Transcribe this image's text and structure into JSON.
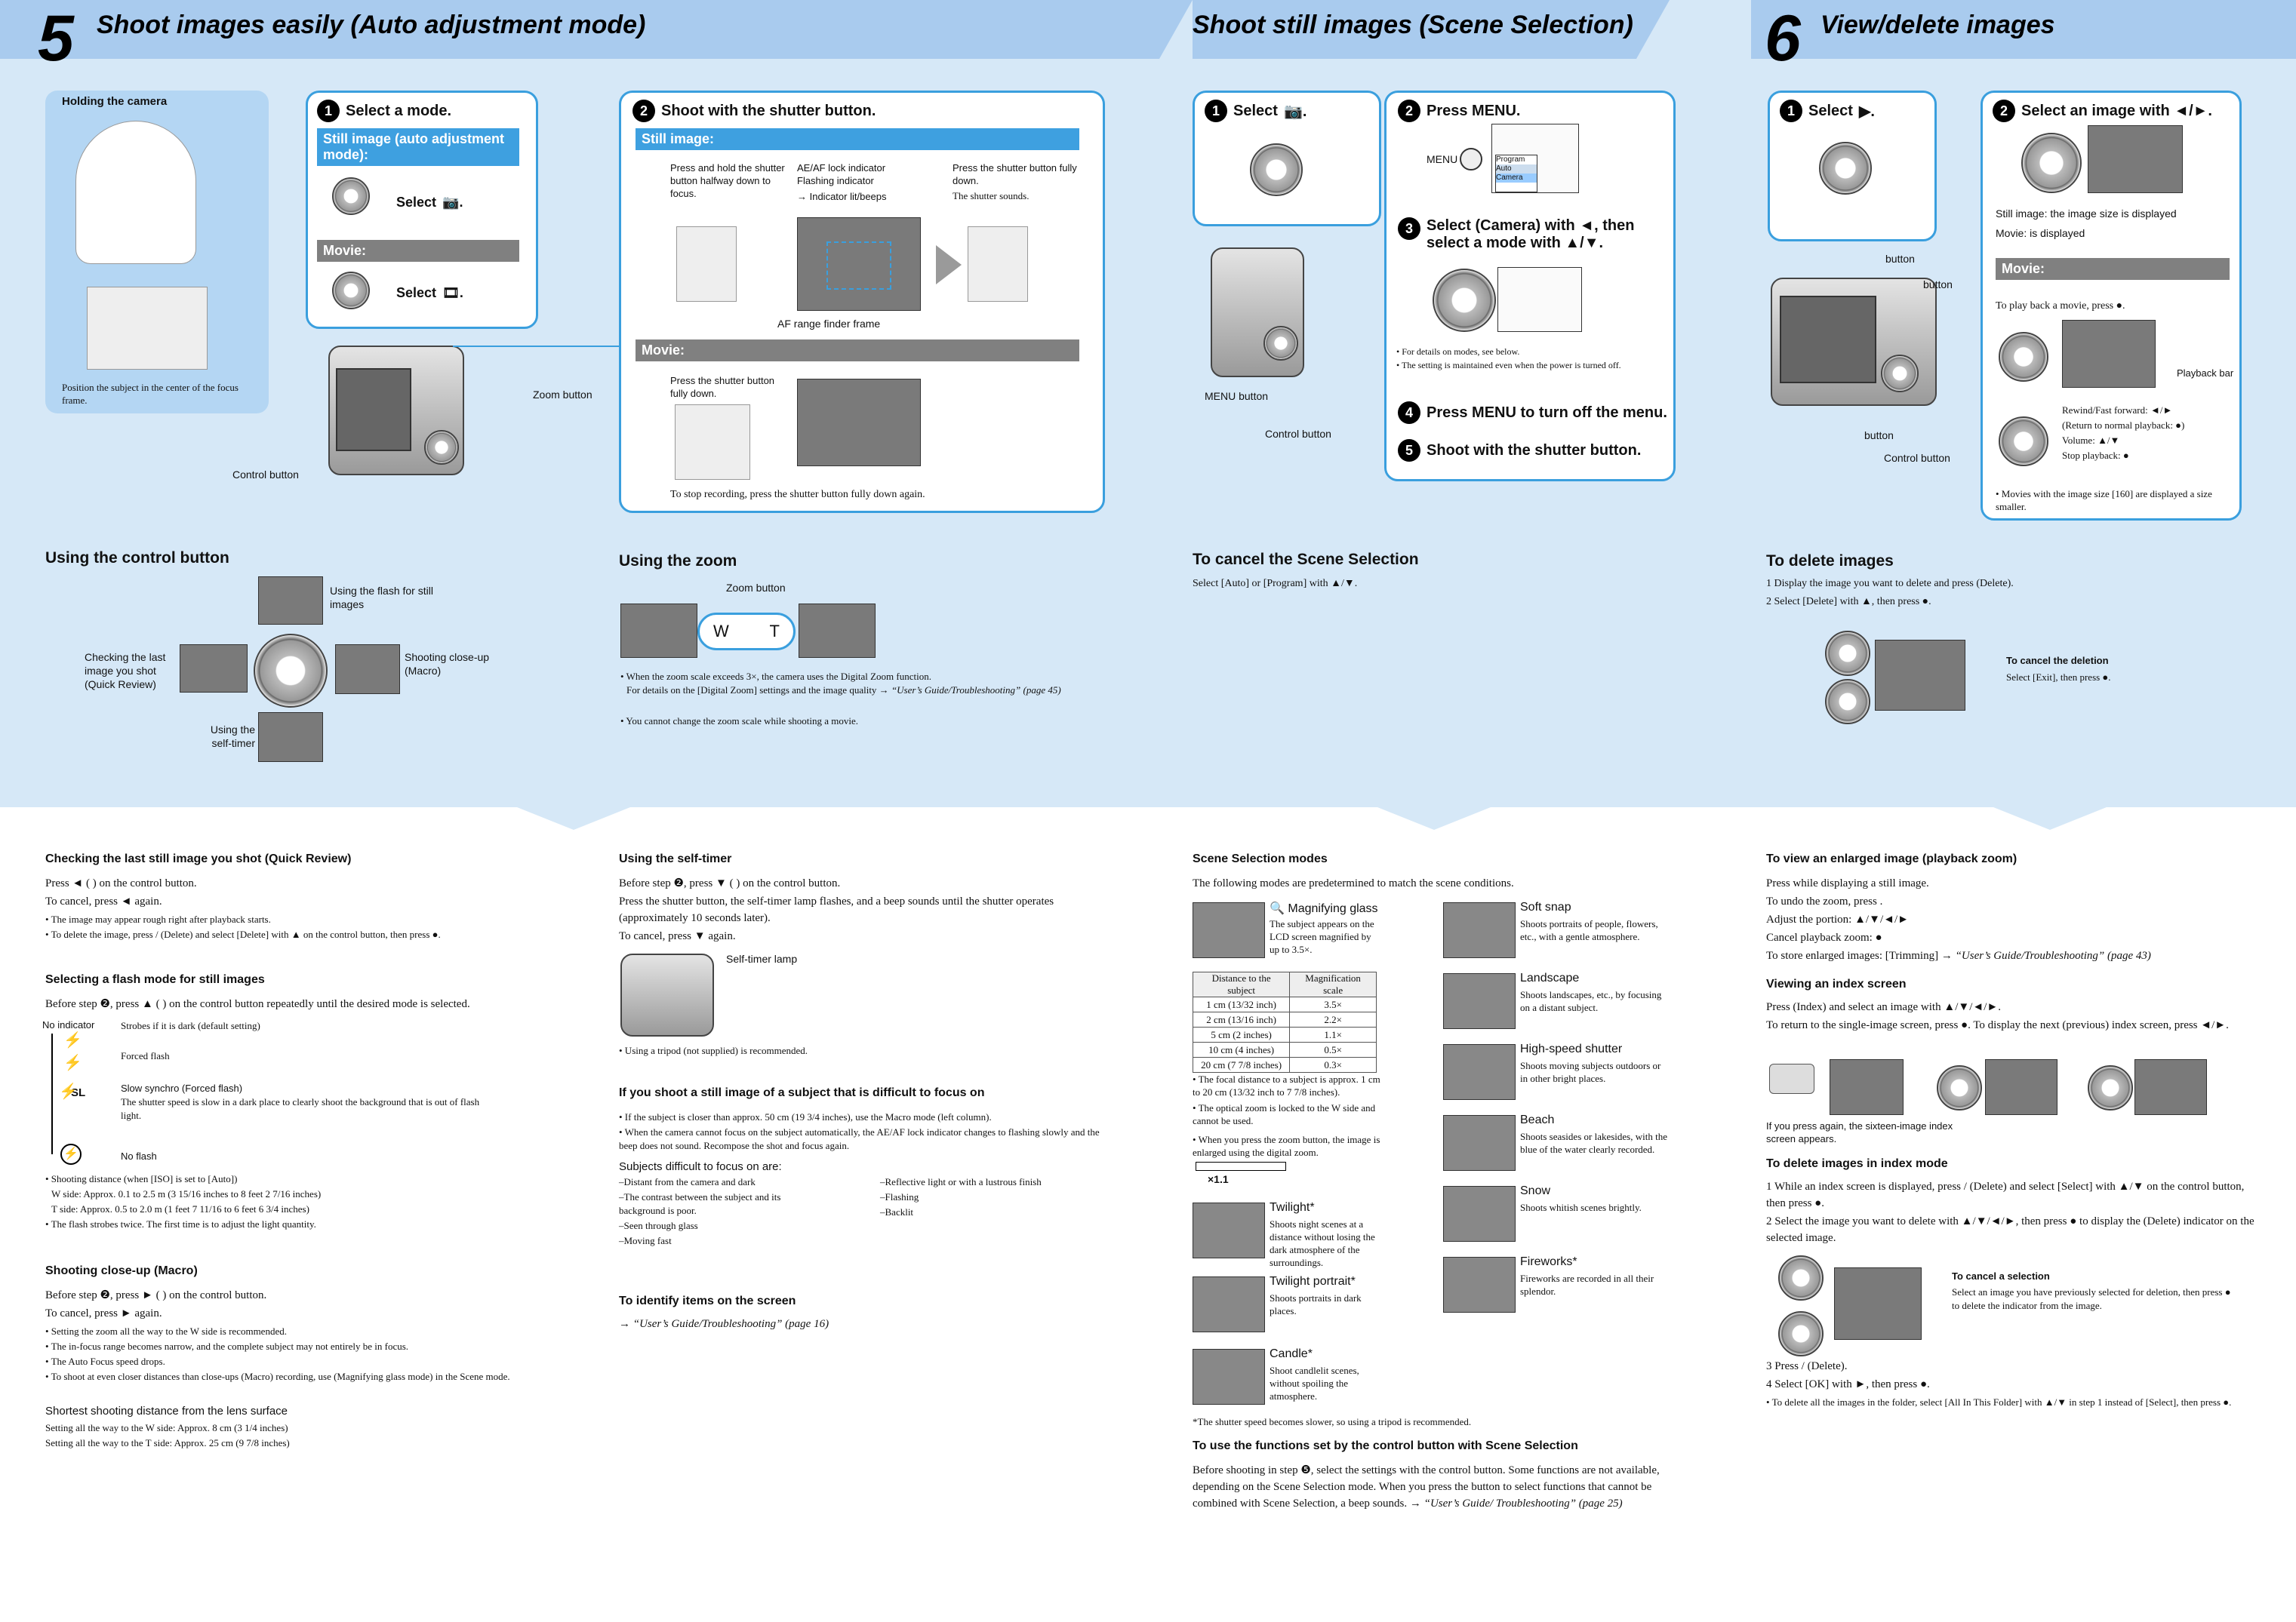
{
  "header": {
    "sec5_num": "5",
    "sec5_title": "Shoot images easily (Auto adjustment mode)",
    "scene_title": "Shoot still images (Scene Selection)",
    "sec6_num": "6",
    "sec6_title": "View/delete images"
  },
  "auto": {
    "holding_title": "Holding the camera",
    "holding_note": "Position the subject in the center of the focus frame.",
    "step1_label": "Select a mode.",
    "step1_still_bar": "Still image (auto adjustment mode):",
    "step1_still_sel": "Select",
    "step1_movie_bar": "Movie:",
    "step1_movie_sel": "Select",
    "zoom_button": "Zoom button",
    "control_button": "Control button",
    "step2_label": "Shoot with the shutter button.",
    "step2_still_bar": "Still image:",
    "step2_half": "Press and hold the shutter button halfway down to focus.",
    "step2_ae": "AE/AF lock indicator Flashing indicator",
    "step2_lit": "→ Indicator lit/beeps",
    "step2_full": "Press the shutter button fully down.",
    "step2_sounds": "The shutter sounds.",
    "step2_af": "AF range finder frame",
    "step2_movie_bar": "Movie:",
    "step2_movie_full": "Press the shutter button fully down.",
    "step2_stop": "To stop recording, press the shutter button fully down again."
  },
  "control": {
    "title": "Using the control button",
    "flash": "Using the flash for still images",
    "review": "Checking the last image you shot (Quick Review)",
    "macro": "Shooting close-up (Macro)",
    "timer": "Using the self-timer"
  },
  "zoom": {
    "title": "Using the zoom",
    "button": "Zoom button",
    "w": "W",
    "t": "T",
    "note1": "• When the zoom scale exceeds 3×, the camera uses the Digital Zoom function.",
    "note1b": "For details on the [Digital Zoom] settings and the image quality → ",
    "note1c": "“User’s Guide/Troubleshooting” (page 45)",
    "note2": "• You cannot change the zoom scale while shooting a movie."
  },
  "scene": {
    "step1": "Select",
    "step2": "Press MENU.",
    "menu_label": "MENU",
    "step3": "Select (Camera) with ◄, then select a mode with ▲/▼.",
    "notes": "• For details on modes, see below.",
    "notes2": "• The setting is maintained even when the power is turned off.",
    "step4": "Press MENU to turn off the menu.",
    "step5": "Shoot with the shutter button.",
    "menu_button": "MENU button",
    "control_button": "Control button",
    "cancel_title": "To cancel the Scene Selection",
    "cancel_text": "Select [Auto] or [Program] with ▲/▼.",
    "menu_items": [
      "Program",
      "Auto",
      "Camera"
    ]
  },
  "view": {
    "step1": "Select",
    "step2": "Select an image with ◄/►.",
    "still_note": "Still image: the image size is displayed",
    "movie_note": "Movie: is displayed",
    "movie_bar": "Movie:",
    "playback": "To play back a movie, press ●.",
    "playback_bar": "Playback bar",
    "rewind": "Rewind/Fast forward: ◄/►",
    "normal": "(Return to normal playback: ●)",
    "volume": "Volume: ▲/▼",
    "stop": "Stop playback: ●",
    "movies_note": "• Movies with the image size [160] are displayed a size smaller.",
    "btn1": "button",
    "btn2": "button",
    "btn3": "button",
    "control_button": "Control button",
    "delete_title": "To delete images",
    "delete1": "1 Display the image you want to delete and press (Delete).",
    "delete2": "2 Select [Delete] with ▲, then press ●.",
    "cancel_del_title": "To cancel the deletion",
    "cancel_del_text": "Select [Exit], then press ●."
  },
  "lower": {
    "qr_title": "Checking the last still image you shot (Quick Review)",
    "qr_l1": "Press ◄ (   ) on the control button.",
    "qr_l2": "To cancel, press ◄ again.",
    "qr_l3": "• The image may appear rough right after playback starts.",
    "qr_l4": "• To delete the image, press    /    (Delete) and select [Delete] with ▲ on the control button, then press ●.",
    "flash_title": "Selecting a flash mode for still images",
    "flash_l1": "Before step ❷, press ▲ (   ) on the control button repeatedly until the desired mode is selected.",
    "flash_modes": [
      {
        "k": "No indicator",
        "v": "Strobes if it is dark (default setting)"
      },
      {
        "k": "",
        "v": "Forced flash"
      },
      {
        "k": "SL",
        "v": "Slow synchro (Forced flash)"
      },
      {
        "k": "",
        "v": "No flash"
      }
    ],
    "flash_slow": "The shutter speed is slow in a dark place to clearly shoot the background that is out of flash light.",
    "flash_d1": "• Shooting distance (when [ISO] is set to [Auto])",
    "flash_d2": "W side: Approx. 0.1 to 2.5 m (3 15/16 inches to 8 feet 2 7/16 inches)",
    "flash_d3": "T side: Approx. 0.5 to 2.0 m (1 feet 7 11/16 to 6 feet 6 3/4 inches)",
    "flash_d4": "• The flash strobes twice. The first time is to adjust the light quantity.",
    "macro_title": "Shooting close-up (Macro)",
    "macro_l1": "Before step ❷, press ► (   ) on the control button.",
    "macro_l2": "To cancel, press ► again.",
    "macro_n1": "• Setting the zoom all the way to the W side is recommended.",
    "macro_n2": "• The in-focus range becomes narrow, and the complete subject may not entirely be in focus.",
    "macro_n3": "• The Auto Focus speed drops.",
    "macro_n4": "• To shoot at even closer distances than close-ups (Macro) recording, use     (Magnifying glass mode) in the Scene mode.",
    "macro_sub": "Shortest shooting distance from the lens surface",
    "macro_s1": "Setting all the way to the W side: Approx. 8 cm (3 1/4 inches)",
    "macro_s2": "Setting all the way to the T side: Approx. 25 cm (9 7/8 inches)",
    "timer_title": "Using the self-timer",
    "timer_l1": "Before step ❷, press ▼ (   ) on the control button.",
    "timer_l2": "Press the shutter button, the self-timer lamp flashes, and a beep sounds until the shutter operates (approximately 10 seconds later).",
    "timer_l3": "To cancel, press ▼ again.",
    "timer_lamp": "Self-timer lamp",
    "timer_n": "• Using a tripod (not supplied) is recommended.",
    "focus_title": "If you shoot a still image of a subject that is difficult to focus on",
    "focus_n1": "• If the subject is closer than approx. 50 cm (19 3/4 inches), use the Macro mode (left column).",
    "focus_n2": "• When the camera cannot focus on the subject automatically, the AE/AF lock indicator changes to flashing slowly and the beep does not sound. Recompose the shot and focus again.",
    "focus_sub": "Subjects difficult to focus on are:",
    "focus_list_l": [
      "–Distant from the camera and dark",
      "–The contrast between the subject and its background is poor.",
      "–Seen through glass",
      "–Moving fast"
    ],
    "focus_list_r": [
      "–Reflective light or with a lustrous finish",
      "–Flashing",
      "–Backlit"
    ],
    "identify_title": "To identify items on the screen",
    "identify_text": "→ “User’s Guide/Troubleshooting” (page 16)",
    "modes_title": "Scene Selection modes",
    "modes_intro": "The following modes are predetermined to match the scene conditions.",
    "mag_title": "Magnifying glass",
    "mag_desc": "The subject appears on the LCD screen magnified by up to 3.5×.",
    "mag_table_head": [
      "Distance to the subject",
      "Magnification scale"
    ],
    "mag_table": [
      [
        "1 cm (13/32 inch)",
        "3.5×"
      ],
      [
        "2 cm (13/16 inch)",
        "2.2×"
      ],
      [
        "5 cm (2 inches)",
        "1.1×"
      ],
      [
        "10 cm (4 inches)",
        "0.5×"
      ],
      [
        "20 cm (7 7/8 inches)",
        "0.3×"
      ]
    ],
    "mag_n1": "• The focal distance to a subject is approx. 1 cm to 20 cm (13/32 inch to 7 7/8 inches).",
    "mag_n2": "• The optical zoom is locked to the W side and cannot be used.",
    "mag_n3": "• When you press the zoom button, the image is enlarged using the digital zoom.",
    "mag_scale": "×1.1",
    "scenes_l": [
      {
        "t": "Twilight*",
        "d": "Shoots night scenes at a distance without losing the dark atmosphere of the surroundings."
      },
      {
        "t": "Twilight portrait*",
        "d": "Shoots portraits in dark places."
      },
      {
        "t": "Candle*",
        "d": "Shoot candlelit scenes, without spoiling the atmosphere."
      }
    ],
    "scenes_r": [
      {
        "t": "Soft snap",
        "d": "Shoots portraits of people, flowers, etc., with a gentle atmosphere."
      },
      {
        "t": "Landscape",
        "d": "Shoots landscapes, etc., by focusing on a distant subject."
      },
      {
        "t": "High-speed shutter",
        "d": "Shoots moving subjects outdoors or in other bright places."
      },
      {
        "t": "Beach",
        "d": "Shoots seasides or lakesides, with the blue of the water clearly recorded."
      },
      {
        "t": "Snow",
        "d": "Shoots whitish scenes brightly."
      },
      {
        "t": "Fireworks*",
        "d": "Fireworks are recorded in all their splendor."
      }
    ],
    "tripod_note": "*The shutter speed becomes slower, so using a tripod is recommended.",
    "func_title": "To use the functions set by the control button with Scene Selection",
    "func_text": "Before shooting in step ❺, select the settings with the control button. Some functions are not available, depending on the Scene Selection mode. When you press the button to select functions that cannot be combined with Scene Selection, a beep sounds. → ",
    "func_ref": "“User’s Guide/ Troubleshooting” (page 25)",
    "enl_title": "To view an enlarged image (playback zoom)",
    "enl_l1": "Press    while displaying a still image.",
    "enl_l2": "To undo the zoom, press   .",
    "enl_l3": "Adjust the portion: ▲/▼/◄/►",
    "enl_l4": "Cancel playback zoom: ●",
    "enl_l5": "To store enlarged images: [Trimming] → ",
    "enl_l5r": "“User’s Guide/Troubleshooting” (page 43)",
    "idx_title": "Viewing an index screen",
    "idx_l1": "Press    (Index) and select an image with ▲/▼/◄/►.",
    "idx_l2": "To return to the single-image screen, press ●. To display the next (previous) index screen, press ◄/►.",
    "idx_note": "If you press again, the sixteen-image index screen appears.",
    "delidx_title": "To delete images in index mode",
    "delidx_1": "1 While an index screen is displayed, press    /    (Delete) and select [Select] with ▲/▼ on the control button, then press ●.",
    "delidx_2": "2 Select the image you want to delete with ▲/▼/◄/►, then press ● to display the    (Delete) indicator on the selected image.",
    "cancel_sel_title": "To cancel a selection",
    "cancel_sel_text": "Select an image you have previously selected for deletion, then press ● to delete the    indicator from the image.",
    "delidx_3": "3 Press    /    (Delete).",
    "delidx_4": "4 Select [OK] with ►, then press ●.",
    "delidx_n": "• To delete all the images in the folder, select [All In This Folder] with ▲/▼ in step 1 instead of [Select], then press ●."
  },
  "colors": {
    "accent": "#3a9fde",
    "header": "#a9cbee",
    "panel_bg": "#d6e8f7"
  }
}
